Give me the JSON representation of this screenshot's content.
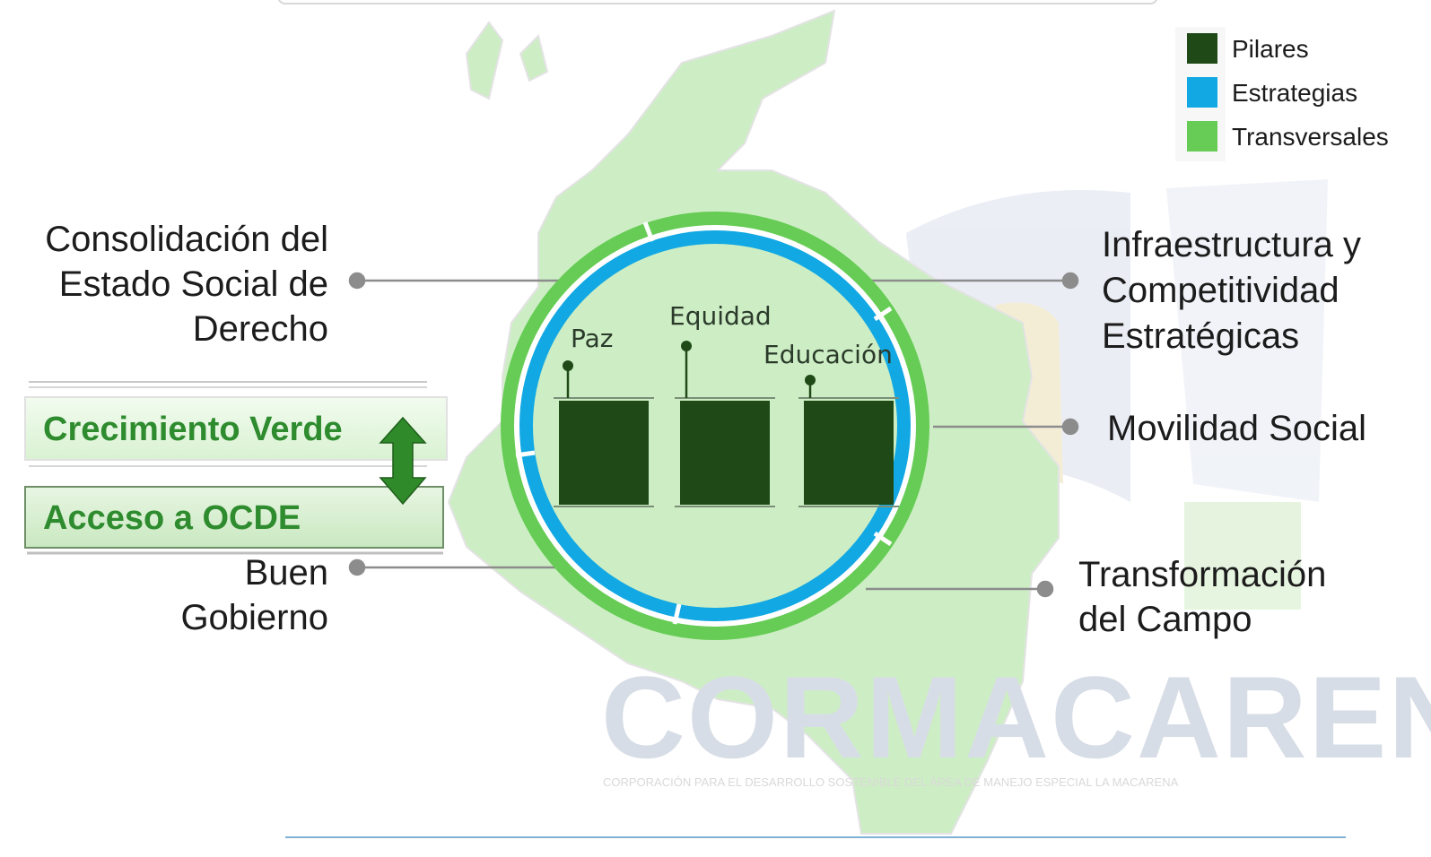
{
  "legend": [
    {
      "label": "Pilares",
      "color": "#1f4a17"
    },
    {
      "label": "Estrategias",
      "color": "#12a8e4"
    },
    {
      "label": "Transversales",
      "color": "#66cc55"
    }
  ],
  "pillars": [
    {
      "label": "Paz"
    },
    {
      "label": "Equidad"
    },
    {
      "label": "Educación"
    }
  ],
  "strategies_left": {
    "consolidacion": [
      "Consolidación del",
      "Estado Social de",
      "Derecho"
    ],
    "buen_gobierno": [
      "Buen",
      "Gobierno"
    ]
  },
  "strategies_right": {
    "infraestructura": [
      "Infraestructura y",
      "Competitividad",
      "Estratégicas"
    ],
    "movilidad": [
      "Movilidad Social"
    ],
    "transformacion": [
      "Transformación",
      "del Campo"
    ]
  },
  "transversales": {
    "crecimiento_verde": "Crecimiento Verde",
    "acceso_ocde": "Acceso a OCDE"
  },
  "watermark": {
    "name": "CORMACARENA",
    "tagline": "CORPORACIÓN PARA EL DESARROLLO SOSTENIBLE DEL ÁREA DE MANEJO ESPECIAL LA MACARENA"
  },
  "colors": {
    "map": "#cdeec4",
    "outer_ring": "#66cc55",
    "middle_ring": "#12a8e4",
    "inner_disc": "#cdeec4",
    "pillar": "#1f4a17",
    "connector": "#8c8c8c"
  }
}
